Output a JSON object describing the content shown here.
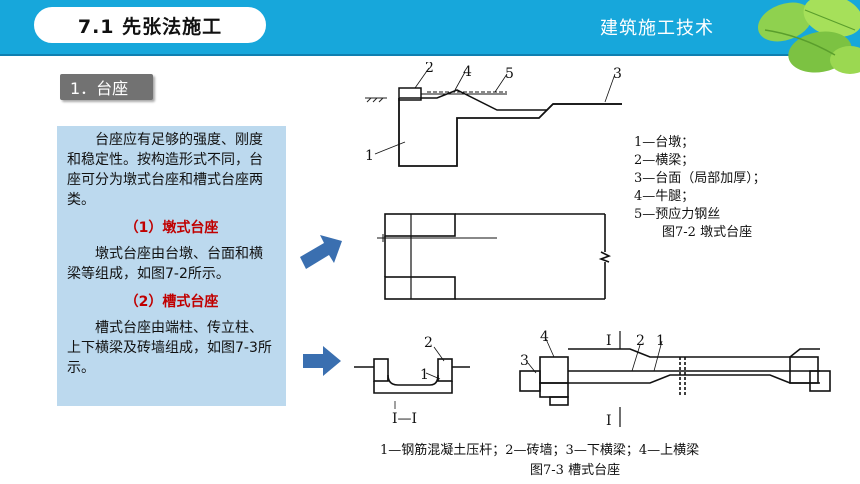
{
  "header": {
    "title": "7.1  先张法施工",
    "right_text": "建筑施工技术"
  },
  "section": {
    "badge": "1．台座"
  },
  "body": {
    "para1": "台座应有足够的强度、刚度和稳定性。按构造形式不同，台座可分为墩式台座和槽式台座两类。",
    "sub1": "（1）墩式台座",
    "para2": "墩式台座由台墩、台面和横梁等组成，如图7-2所示。",
    "sub2": "（2）槽式台座",
    "para3": "槽式台座由端柱、传立柱、上下横梁及砖墙组成，如图7-3所示。"
  },
  "figure1": {
    "labels": [
      "2",
      "4",
      "5",
      "3",
      "1"
    ],
    "legend": [
      "1—台墩；",
      "2—横梁；",
      "3—台面（局部加厚）；",
      "4—牛腿；",
      "5—预应力钢丝"
    ],
    "caption": "图7-2  墩式台座"
  },
  "figure2": {
    "labels": [
      "2",
      "1",
      "I—I",
      "4",
      "3",
      "I",
      "2",
      "1",
      "I"
    ],
    "legend": "1—钢筋混凝土压杆；2—砖墙；3—下横梁；4—上横梁",
    "caption": "图7-3  槽式台座"
  },
  "colors": {
    "header": "#17a7db",
    "textbox": "#bcd9ee",
    "accent": "#c00000",
    "arrow": "#3a6fb0"
  }
}
